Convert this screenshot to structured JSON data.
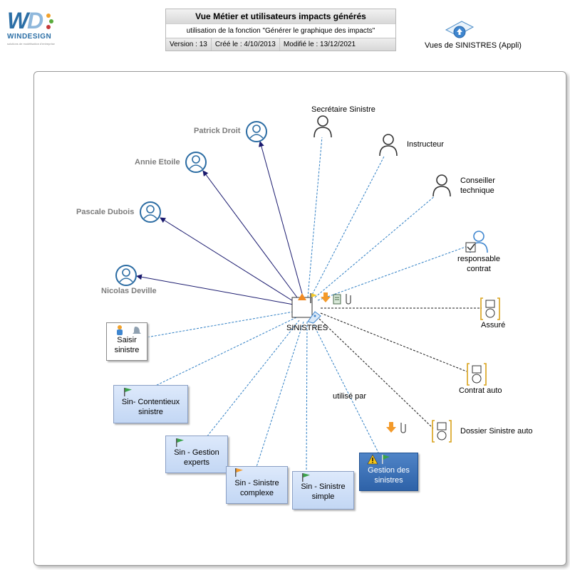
{
  "logo": {
    "brand": "WINDESIGN",
    "tagline": "solutions de modélisation d'entreprise"
  },
  "header": {
    "title": "Vue Métier et utilisateurs impacts générés",
    "subtitle": "utilisation de la fonction \"Générer le graphique des impacts\"",
    "version": "Version : 13",
    "created": "Créé le : 4/10/2013",
    "modified": "Modifié le : 13/12/2021"
  },
  "view_ref": {
    "label": "Vues de SINISTRES (Appli)"
  },
  "center": {
    "label": "SINISTRES"
  },
  "persons": [
    {
      "id": "patrick",
      "label": "Patrick Droit"
    },
    {
      "id": "annie",
      "label": "Annie Etoile"
    },
    {
      "id": "pascale",
      "label": "Pascale Dubois"
    },
    {
      "id": "nicolas",
      "label": "Nicolas Deville"
    }
  ],
  "roles": [
    {
      "id": "secretaire",
      "label": "Secrétaire Sinistre"
    },
    {
      "id": "instructeur",
      "label": "Instructeur"
    },
    {
      "id": "conseiller",
      "label": "Conseiller\ntechnique"
    },
    {
      "id": "responsable",
      "label": "responsable\ncontrat"
    }
  ],
  "entities": [
    {
      "id": "assure",
      "label": "Assuré"
    },
    {
      "id": "contrat",
      "label": "Contrat auto"
    },
    {
      "id": "dossier",
      "label": "Dossier Sinistre auto"
    }
  ],
  "processes": [
    {
      "id": "saisir",
      "label": "Saisir\nsinistre"
    },
    {
      "id": "contentieux",
      "label": "Sin- Contentieux\nsinistre"
    },
    {
      "id": "gestion_experts",
      "label": "Sin - Gestion\nexperts"
    },
    {
      "id": "complexe",
      "label": "Sin - Sinistre\ncomplexe"
    },
    {
      "id": "simple",
      "label": "Sin - Sinistre\nsimple"
    },
    {
      "id": "gestion_sinistres",
      "label": "Gestion des\nsinistres"
    }
  ],
  "link_label": "utilisé par",
  "colors": {
    "person": "#2b6ca3",
    "link_dotted": "#2f7fc4",
    "link_solid": "#1a1a6e",
    "box_light": "#c9dbf5",
    "box_dark": "#2e62a8",
    "flag_green": "#3aa34a",
    "flag_orange": "#f39a2a"
  }
}
